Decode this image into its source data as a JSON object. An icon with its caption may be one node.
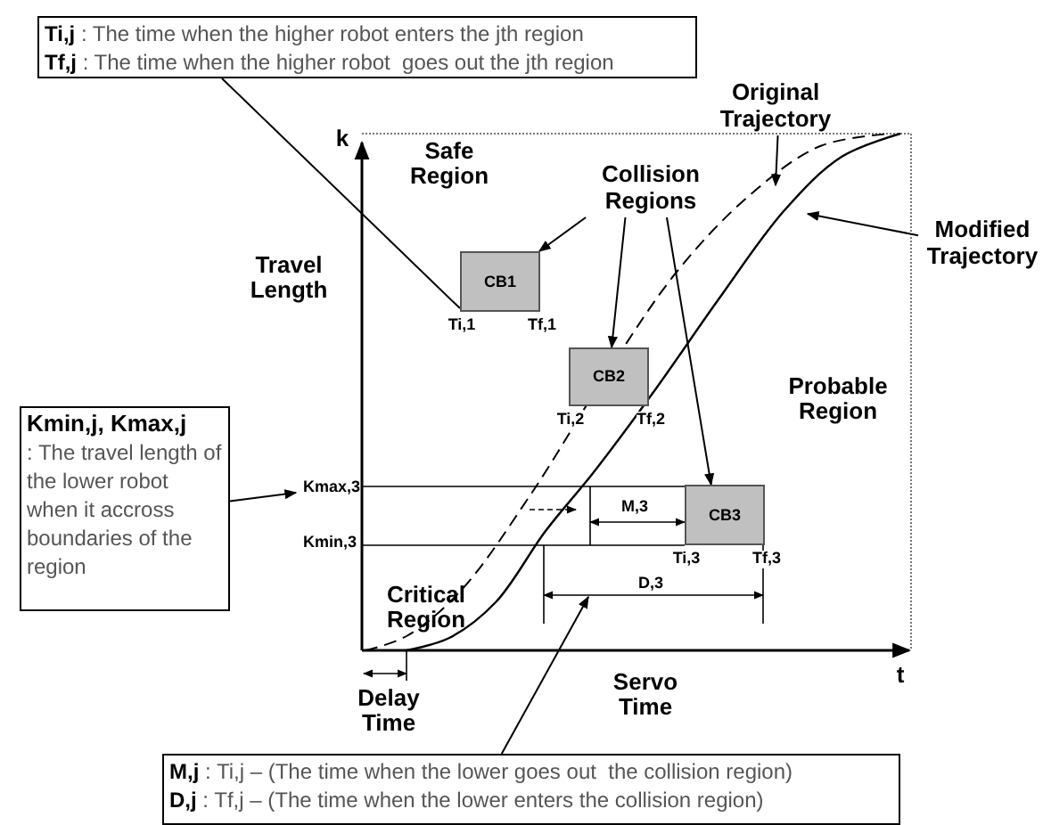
{
  "diagram": {
    "nodes": [
      {
        "text": [
          "**Ti,j** : The time when the higher robot enters the jth region",
          "**Tf,j** : The time when the higher robot  goes out the jth region"
        ]
      },
      {
        "text": [
          "Kmin,j, Kmax,j",
          ": The travel length of  the lower robot when it accross boundaries of the region"
        ]
      },
      {
        "text": [
          "**M,j** : Ti,j – (The time when the lower goes out  the collision region)",
          "**D,j** : Tf,j – (The time when the lower enters the collision region)"
        ]
      },
      {
        "text": [
          "CB1"
        ],
        "beside": [
          "Ti,1",
          "Tf,1"
        ]
      },
      {
        "text": [
          "CB2"
        ],
        "beside": [
          "Ti,2",
          "Tf,2"
        ]
      },
      {
        "text": [
          "CB3"
        ],
        "beside": [
          "Ti,3",
          "Tf,3"
        ]
      },
      {
        "text": [
          "Collision Regions"
        ]
      },
      {
        "text": [
          "Original Trajectory"
        ]
      },
      {
        "text": [
          "Modified Trajectory"
        ]
      },
      {
        "text": [
          "Kmax,3"
        ]
      }
    ],
    "edges": [
      {
        "from": 0,
        "to": 3,
        "arrow": "none"
      },
      {
        "from": 1,
        "to": 9,
        "arrow": "to"
      },
      {
        "from": 2,
        "to": null,
        "arrow": "to"
      },
      {
        "from": 6,
        "to": 3,
        "arrow": "to"
      },
      {
        "from": 6,
        "to": 4,
        "arrow": "to"
      },
      {
        "from": 6,
        "to": 5,
        "arrow": "to"
      },
      {
        "from": 7,
        "to": null,
        "arrow": "to"
      },
      {
        "from": 8,
        "to": null,
        "arrow": "to"
      }
    ],
    "labels": [
      "k",
      "Safe Region",
      "Travel Length",
      "Probable Region",
      "M,3",
      "Kmin,3",
      "Critical Region",
      "D,3",
      "Delay Time",
      "Servo Time",
      "t"
    ]
  }
}
